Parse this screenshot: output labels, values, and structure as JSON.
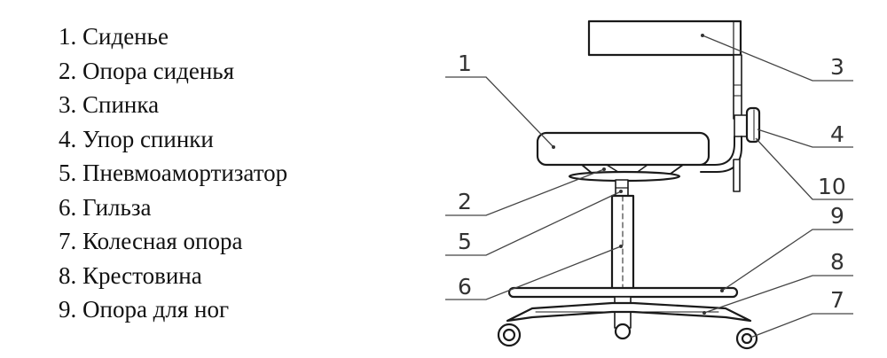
{
  "legend": [
    {
      "num": "1",
      "label": "Сиденье"
    },
    {
      "num": "2",
      "label": "Опора сиденья"
    },
    {
      "num": "3",
      "label": "Спинка"
    },
    {
      "num": "4",
      "label": "Упор спинки"
    },
    {
      "num": "5",
      "label": "Пневмоамортизатор"
    },
    {
      "num": "6",
      "label": "Гильза"
    },
    {
      "num": "7",
      "label": "Колесная опора"
    },
    {
      "num": "8",
      "label": "Крестовина"
    },
    {
      "num": "9",
      "label": "Опора для ног"
    }
  ],
  "callouts": [
    "1",
    "2",
    "3",
    "4",
    "5",
    "6",
    "7",
    "8",
    "9",
    "10"
  ],
  "colors": {
    "line": "#1a1a1a",
    "leader": "#444444",
    "text": "#111111"
  }
}
